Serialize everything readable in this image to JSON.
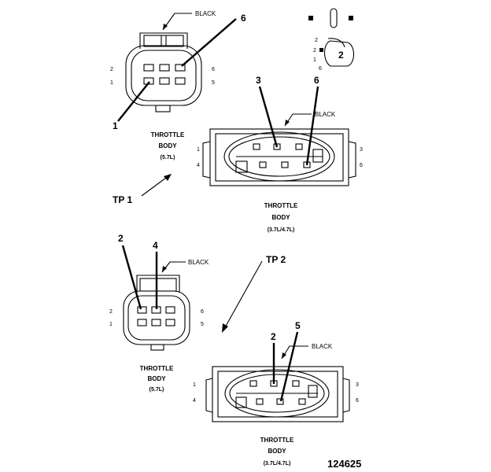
{
  "figure_id": "124625",
  "test_points": {
    "tp1": "TP 1",
    "tp2": "TP 2"
  },
  "color_label": "BLACK",
  "caption": {
    "line1": "THROTTLE",
    "line2": "BODY",
    "small_engine": "(5.7L)",
    "large_engine": "(3.7L/4.7L)"
  },
  "connector1": {
    "callouts": {
      "a": "6",
      "b": "1"
    },
    "pin_numbers": {
      "top_left": "2",
      "bottom_left": "1",
      "top_right": "6",
      "bottom_right": "5"
    }
  },
  "connector2": {
    "callouts": {
      "a": "3",
      "b": "6"
    },
    "pin_numbers": {
      "top_left": "1",
      "bottom_left": "4",
      "top_right": "3",
      "bottom_right": "6"
    }
  },
  "connector3": {
    "callouts": {
      "a": "2",
      "b": "4"
    },
    "pin_numbers": {
      "top_left": "2",
      "bottom_left": "1",
      "top_right": "6",
      "bottom_right": "5"
    }
  },
  "connector4": {
    "callouts": {
      "a": "2",
      "b": "5"
    },
    "pin_numbers": {
      "top_left": "1",
      "bottom_left": "4",
      "top_right": "3",
      "bottom_right": "6"
    }
  },
  "probe_legend": {
    "number": "2",
    "pins": {
      "p2a": "2",
      "p2b": "2",
      "p1": "1",
      "p6": "6"
    }
  }
}
